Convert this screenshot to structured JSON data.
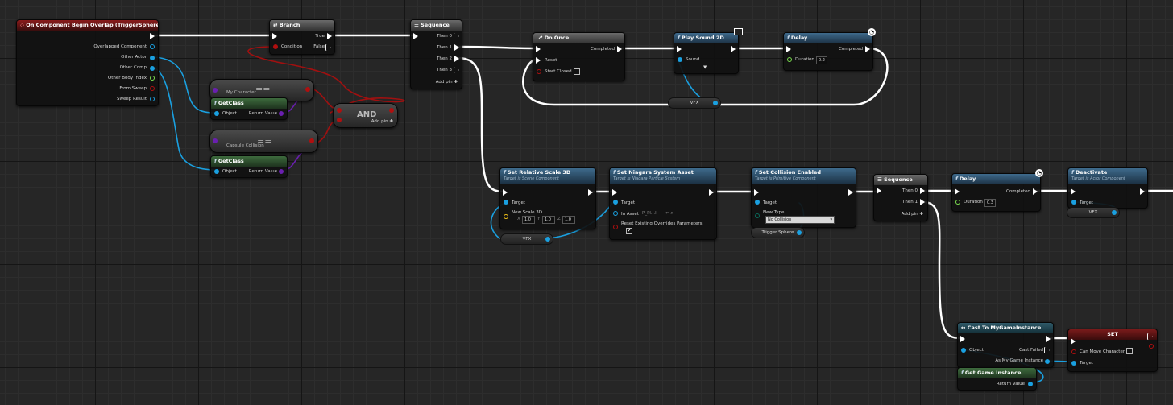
{
  "nodes": {
    "begin_overlap": {
      "title": "On Component Begin Overlap (TriggerSphere)",
      "pins": [
        "Overlapped Component",
        "Other Actor",
        "Other Comp",
        "Other Body Index",
        "From Sweep",
        "Sweep Result"
      ]
    },
    "branch": {
      "title": "Branch",
      "condition": "Condition",
      "true": "True",
      "false": "False"
    },
    "sequence1": {
      "title": "Sequence",
      "then0": "Then 0",
      "then1": "Then 1",
      "then2": "Then 2",
      "then3": "Then 3",
      "add": "Add pin"
    },
    "equal1": {
      "value": "My Character",
      "op": "=="
    },
    "getclass1": {
      "title": "GetClass",
      "object": "Object",
      "ret": "Return Value"
    },
    "and_node": {
      "title": "AND",
      "add": "Add pin"
    },
    "equal2": {
      "value": "Capsule Collision",
      "op": "=="
    },
    "getclass2": {
      "title": "GetClass",
      "object": "Object",
      "ret": "Return Value"
    },
    "do_once": {
      "title": "Do Once",
      "completed": "Completed",
      "reset": "Reset",
      "start_closed": "Start Closed"
    },
    "play_sound": {
      "title": "Play Sound 2D",
      "sound": "Sound"
    },
    "delay1": {
      "title": "Delay",
      "completed": "Completed",
      "duration": "Duration",
      "duration_value": "0.2"
    },
    "vfx1": {
      "label": "VFX"
    },
    "set_scale": {
      "title": "Set Relative Scale 3D",
      "sub": "Target is Scene Component",
      "target": "Target",
      "new_scale": "New Scale 3D",
      "x": "1.0",
      "y": "1.0",
      "z": "1.0"
    },
    "vfx2": {
      "label": "VFX"
    },
    "set_niagara": {
      "title": "Set Niagara System Asset",
      "sub": "Target is Niagara Particle System",
      "target": "Target",
      "in_asset": "In Asset",
      "asset_value": "P_Pl...l",
      "reset": "Reset Existing Overrides Parameters"
    },
    "set_collision": {
      "title": "Set Collision Enabled",
      "sub": "Target is Primitive Component",
      "target": "Target",
      "new_type": "New Type",
      "type_value": "No Collision"
    },
    "trigger_sphere": {
      "label": "Trigger Sphere"
    },
    "sequence2": {
      "title": "Sequence",
      "then0": "Then 0",
      "then1": "Then 1",
      "add": "Add pin"
    },
    "delay2": {
      "title": "Delay",
      "completed": "Completed",
      "duration": "Duration",
      "duration_value": "0.3"
    },
    "deactivate": {
      "title": "Deactivate",
      "sub": "Target is Actor Component",
      "target": "Target"
    },
    "vfx3": {
      "label": "VFX"
    },
    "cast": {
      "title": "Cast To MyGameInstance",
      "object": "Object",
      "cast_failed": "Cast Failed",
      "as": "As My Game Instance"
    },
    "get_game_instance": {
      "title": "Get Game Instance",
      "ret": "Return Value"
    },
    "set_node": {
      "title": "SET",
      "can_move": "Can Move Character",
      "target": "Target"
    }
  },
  "colors": {
    "exec": "#ffffff",
    "object": "#1aa0e0",
    "bool": "#b00f0f",
    "class": "#6a1fb0",
    "int": "#7ce04f"
  }
}
